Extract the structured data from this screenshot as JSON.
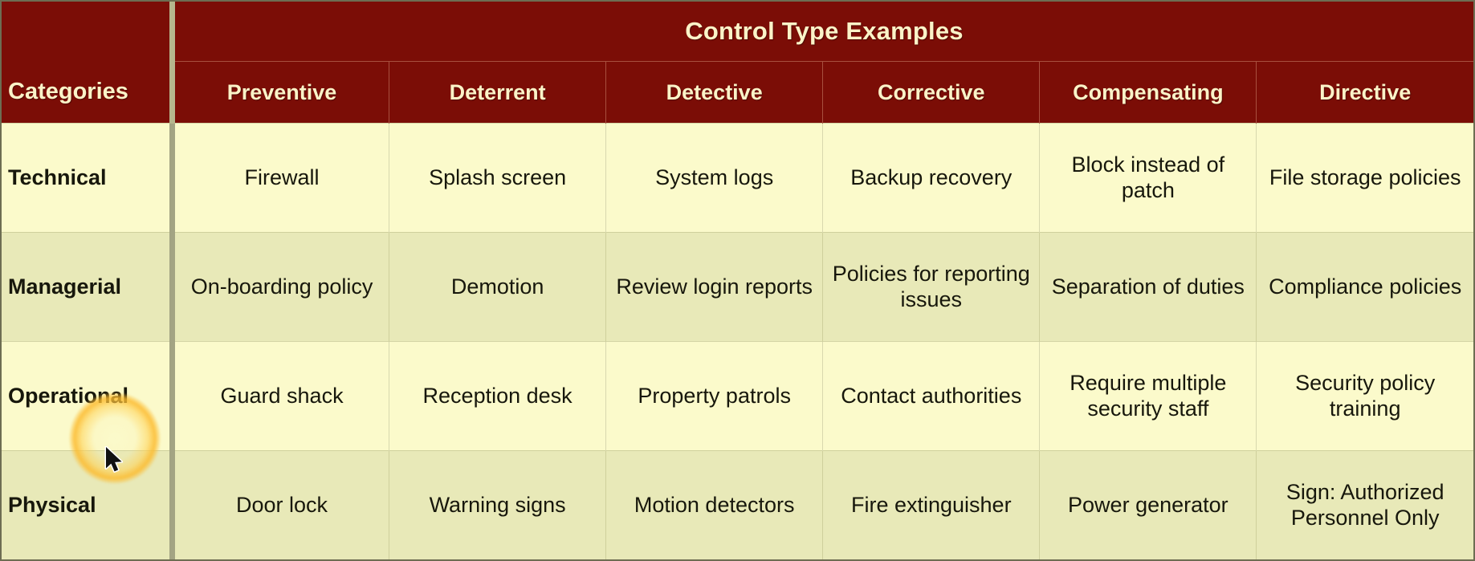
{
  "table": {
    "corner_label": "Categories",
    "group_title": "Control Type Examples",
    "columns": [
      "Preventive",
      "Deterrent",
      "Detective",
      "Corrective",
      "Compensating",
      "Directive"
    ],
    "rows": [
      {
        "category": "Technical",
        "cells": [
          "Firewall",
          "Splash screen",
          "System logs",
          "Backup recovery",
          "Block instead of patch",
          "File storage policies"
        ]
      },
      {
        "category": "Managerial",
        "cells": [
          "On-boarding policy",
          "Demotion",
          "Review login reports",
          "Policies for reporting issues",
          "Separation of duties",
          "Compliance policies"
        ]
      },
      {
        "category": "Operational",
        "cells": [
          "Guard shack",
          "Reception desk",
          "Property patrols",
          "Contact authorities",
          "Require multiple security staff",
          "Security policy training"
        ]
      },
      {
        "category": "Physical",
        "cells": [
          "Door lock",
          "Warning signs",
          "Motion detectors",
          "Fire extinguisher",
          "Power generator",
          "Sign: Authorized Personnel Only"
        ]
      }
    ]
  },
  "colors": {
    "header_background": "#7b0d06",
    "header_text": "#fbf3c8",
    "band_light": "#fbfacb",
    "band_dark": "#e8e9b8",
    "divider": "#a3a483",
    "body_text": "#17170c",
    "click_halo": "#fcba2c"
  },
  "cursor": {
    "icon": "mouse-pointer-icon",
    "highlight": "click-highlight-halo"
  }
}
